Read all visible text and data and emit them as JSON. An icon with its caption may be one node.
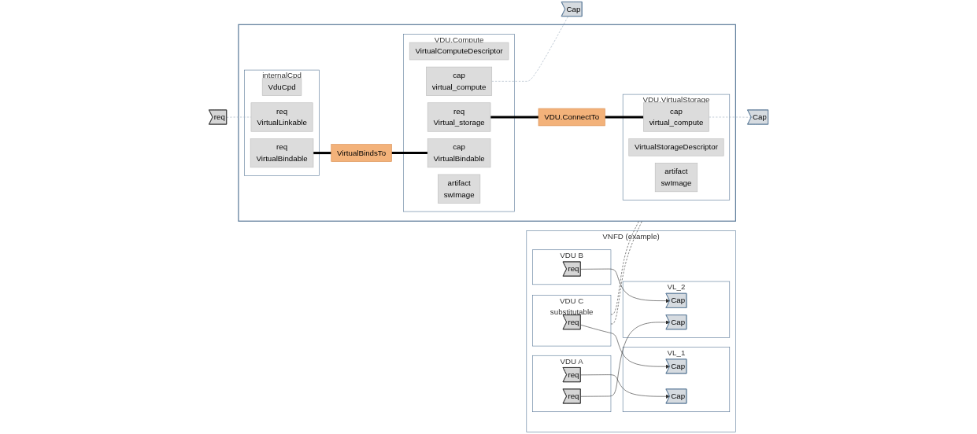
{
  "diagram": {
    "nodes": [
      {
        "text": [
          "VNFD (example)"
        ]
      },
      {
        "text": [
          "VDU A"
        ],
        "in": 0
      },
      {
        "text": [
          "req"
        ],
        "in": 1
      },
      {
        "text": [
          "req"
        ],
        "in": 1
      },
      {
        "text": [
          "VL_1"
        ],
        "in": 0
      },
      {
        "text": [
          "Cap"
        ],
        "in": 4
      },
      {
        "text": [
          "Cap"
        ],
        "in": 4
      },
      {
        "text": [
          "VDU C",
          "substitutable"
        ],
        "in": 0
      },
      {
        "text": [
          "req"
        ],
        "in": 7
      },
      {
        "text": [
          "VL_2"
        ],
        "in": 0
      },
      {
        "text": [
          "Cap"
        ],
        "in": 9
      },
      {
        "text": [
          "Cap"
        ],
        "in": 9
      },
      {
        "text": [
          "VDU B"
        ],
        "in": 0
      },
      {
        "text": [
          "req"
        ],
        "in": 12
      },
      {
        "text": [],
        "shape": "box"
      },
      {
        "text": [
          "req"
        ]
      },
      {
        "text": [
          "internalCpd"
        ],
        "in": 14
      },
      {
        "text": [
          "VduCpd"
        ],
        "in": 16
      },
      {
        "text": [
          "req",
          "VirtualLinkable"
        ],
        "in": 16
      },
      {
        "text": [
          "req",
          "VirtualBindable"
        ],
        "in": 16
      },
      {
        "text": [
          "VirtualBindsTo"
        ],
        "in": 14
      },
      {
        "text": [
          "VDU.Compute"
        ],
        "in": 14
      },
      {
        "text": [
          "VirtualComputeDescriptor"
        ],
        "in": 21
      },
      {
        "text": [
          "cap",
          "virtual_compute"
        ],
        "in": 21
      },
      {
        "text": [
          "req",
          "Virtual_storage"
        ],
        "in": 21
      },
      {
        "text": [
          "cap",
          "VirtualBindable"
        ],
        "in": 21
      },
      {
        "text": [
          "artifact",
          "swImage"
        ],
        "in": 21
      },
      {
        "text": [
          "VDU.ConnectTo"
        ],
        "in": 14
      },
      {
        "text": [
          "VDU.VirtualStorage"
        ],
        "in": 14
      },
      {
        "text": [
          "VirtualStorageDescriptor"
        ],
        "in": 28
      },
      {
        "text": [
          "cap",
          "virtual_compute"
        ],
        "in": 28
      },
      {
        "text": [
          "artifact",
          "swImage"
        ],
        "in": 28
      },
      {
        "text": [
          "Cap"
        ]
      },
      {
        "text": [
          "Cap"
        ]
      }
    ],
    "edges": [
      {
        "from": 2,
        "to": 5,
        "arrow": "to"
      },
      {
        "from": 8,
        "to": 6,
        "arrow": "to"
      },
      {
        "from": 3,
        "to": 10,
        "arrow": "to"
      },
      {
        "from": 13,
        "to": 11,
        "arrow": "to"
      },
      {
        "from": 7,
        "to": 14,
        "arrow": "none",
        "style": "dashed"
      },
      {
        "from": 7,
        "to": 14,
        "arrow": "none",
        "style": "dashed"
      },
      {
        "from": 15,
        "to": 18,
        "arrow": "none",
        "style": "dashed",
        "color": "#9aaabb"
      },
      {
        "from": 19,
        "to": 20,
        "arrow": "none",
        "style": "thick"
      },
      {
        "from": 20,
        "to": 25,
        "arrow": "none",
        "style": "thick"
      },
      {
        "from": 24,
        "to": 27,
        "arrow": "none",
        "style": "thick"
      },
      {
        "from": 27,
        "to": 30,
        "arrow": "none",
        "style": "thick"
      },
      {
        "from": 23,
        "to": 32,
        "arrow": "none",
        "style": "dashed",
        "color": "#9aaabb"
      },
      {
        "from": 30,
        "to": 33,
        "arrow": "none",
        "style": "dashed",
        "color": "#9aaabb"
      }
    ]
  }
}
